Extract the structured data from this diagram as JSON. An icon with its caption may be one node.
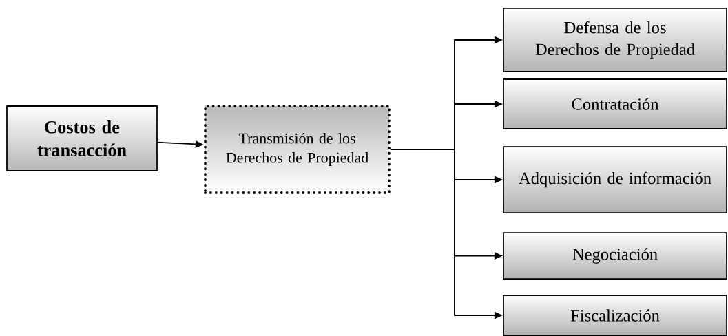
{
  "diagram": {
    "nodes": [
      {
        "text": [
          "Costos de transacción"
        ]
      },
      {
        "text": [
          "Transmisión de los Derechos de Propiedad"
        ]
      },
      {
        "text": [
          "Defensa de los Derechos de Propiedad"
        ]
      },
      {
        "text": [
          "Contratación"
        ]
      },
      {
        "text": [
          "Adquisición de información"
        ]
      },
      {
        "text": [
          "Negociación"
        ]
      },
      {
        "text": [
          "Fiscalización"
        ]
      }
    ],
    "edges": [
      {
        "from": 0,
        "to": 1,
        "arrow": "to"
      },
      {
        "from": 1,
        "to": 2,
        "arrow": "to"
      },
      {
        "from": 1,
        "to": 3,
        "arrow": "to"
      },
      {
        "from": 1,
        "to": 4,
        "arrow": "to"
      },
      {
        "from": 1,
        "to": 5,
        "arrow": "to"
      },
      {
        "from": 1,
        "to": 6,
        "arrow": "to"
      }
    ]
  }
}
